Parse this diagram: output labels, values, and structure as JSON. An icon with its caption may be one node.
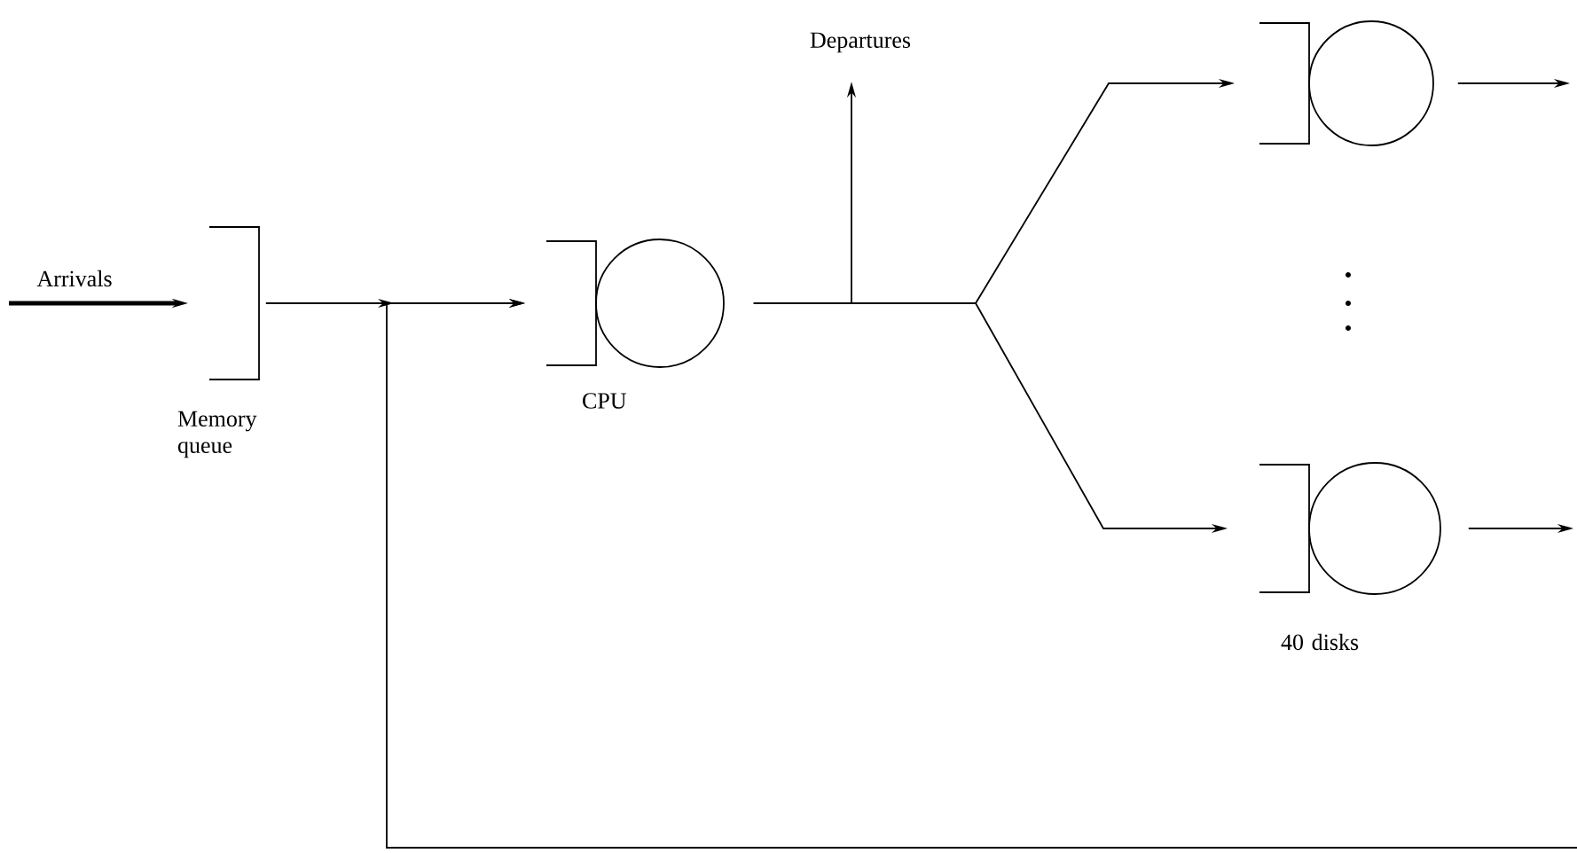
{
  "diagram": {
    "nodes": [
      {
        "text": [
          "Memory queue"
        ]
      },
      {
        "text": [
          "CPU"
        ]
      },
      {
        "text": [
          "Departures"
        ]
      },
      {
        "text": [],
        "shape": "circle"
      },
      {
        "text": [
          "40 disks"
        ]
      }
    ],
    "edges": [
      {
        "from": null,
        "to": 0,
        "arrow": "to",
        "label": "Arrivals",
        "style": "thick"
      },
      {
        "from": 0,
        "to": 1,
        "arrow": "to"
      },
      {
        "from": 1,
        "to": 2,
        "arrow": "to"
      },
      {
        "from": 1,
        "to": 3,
        "arrow": "to"
      },
      {
        "from": 1,
        "to": 4,
        "arrow": "to"
      },
      {
        "from": 3,
        "to": null,
        "arrow": "to"
      },
      {
        "from": 4,
        "to": null,
        "arrow": "to"
      },
      {
        "from": null,
        "to": 1,
        "arrow": "to"
      }
    ]
  }
}
